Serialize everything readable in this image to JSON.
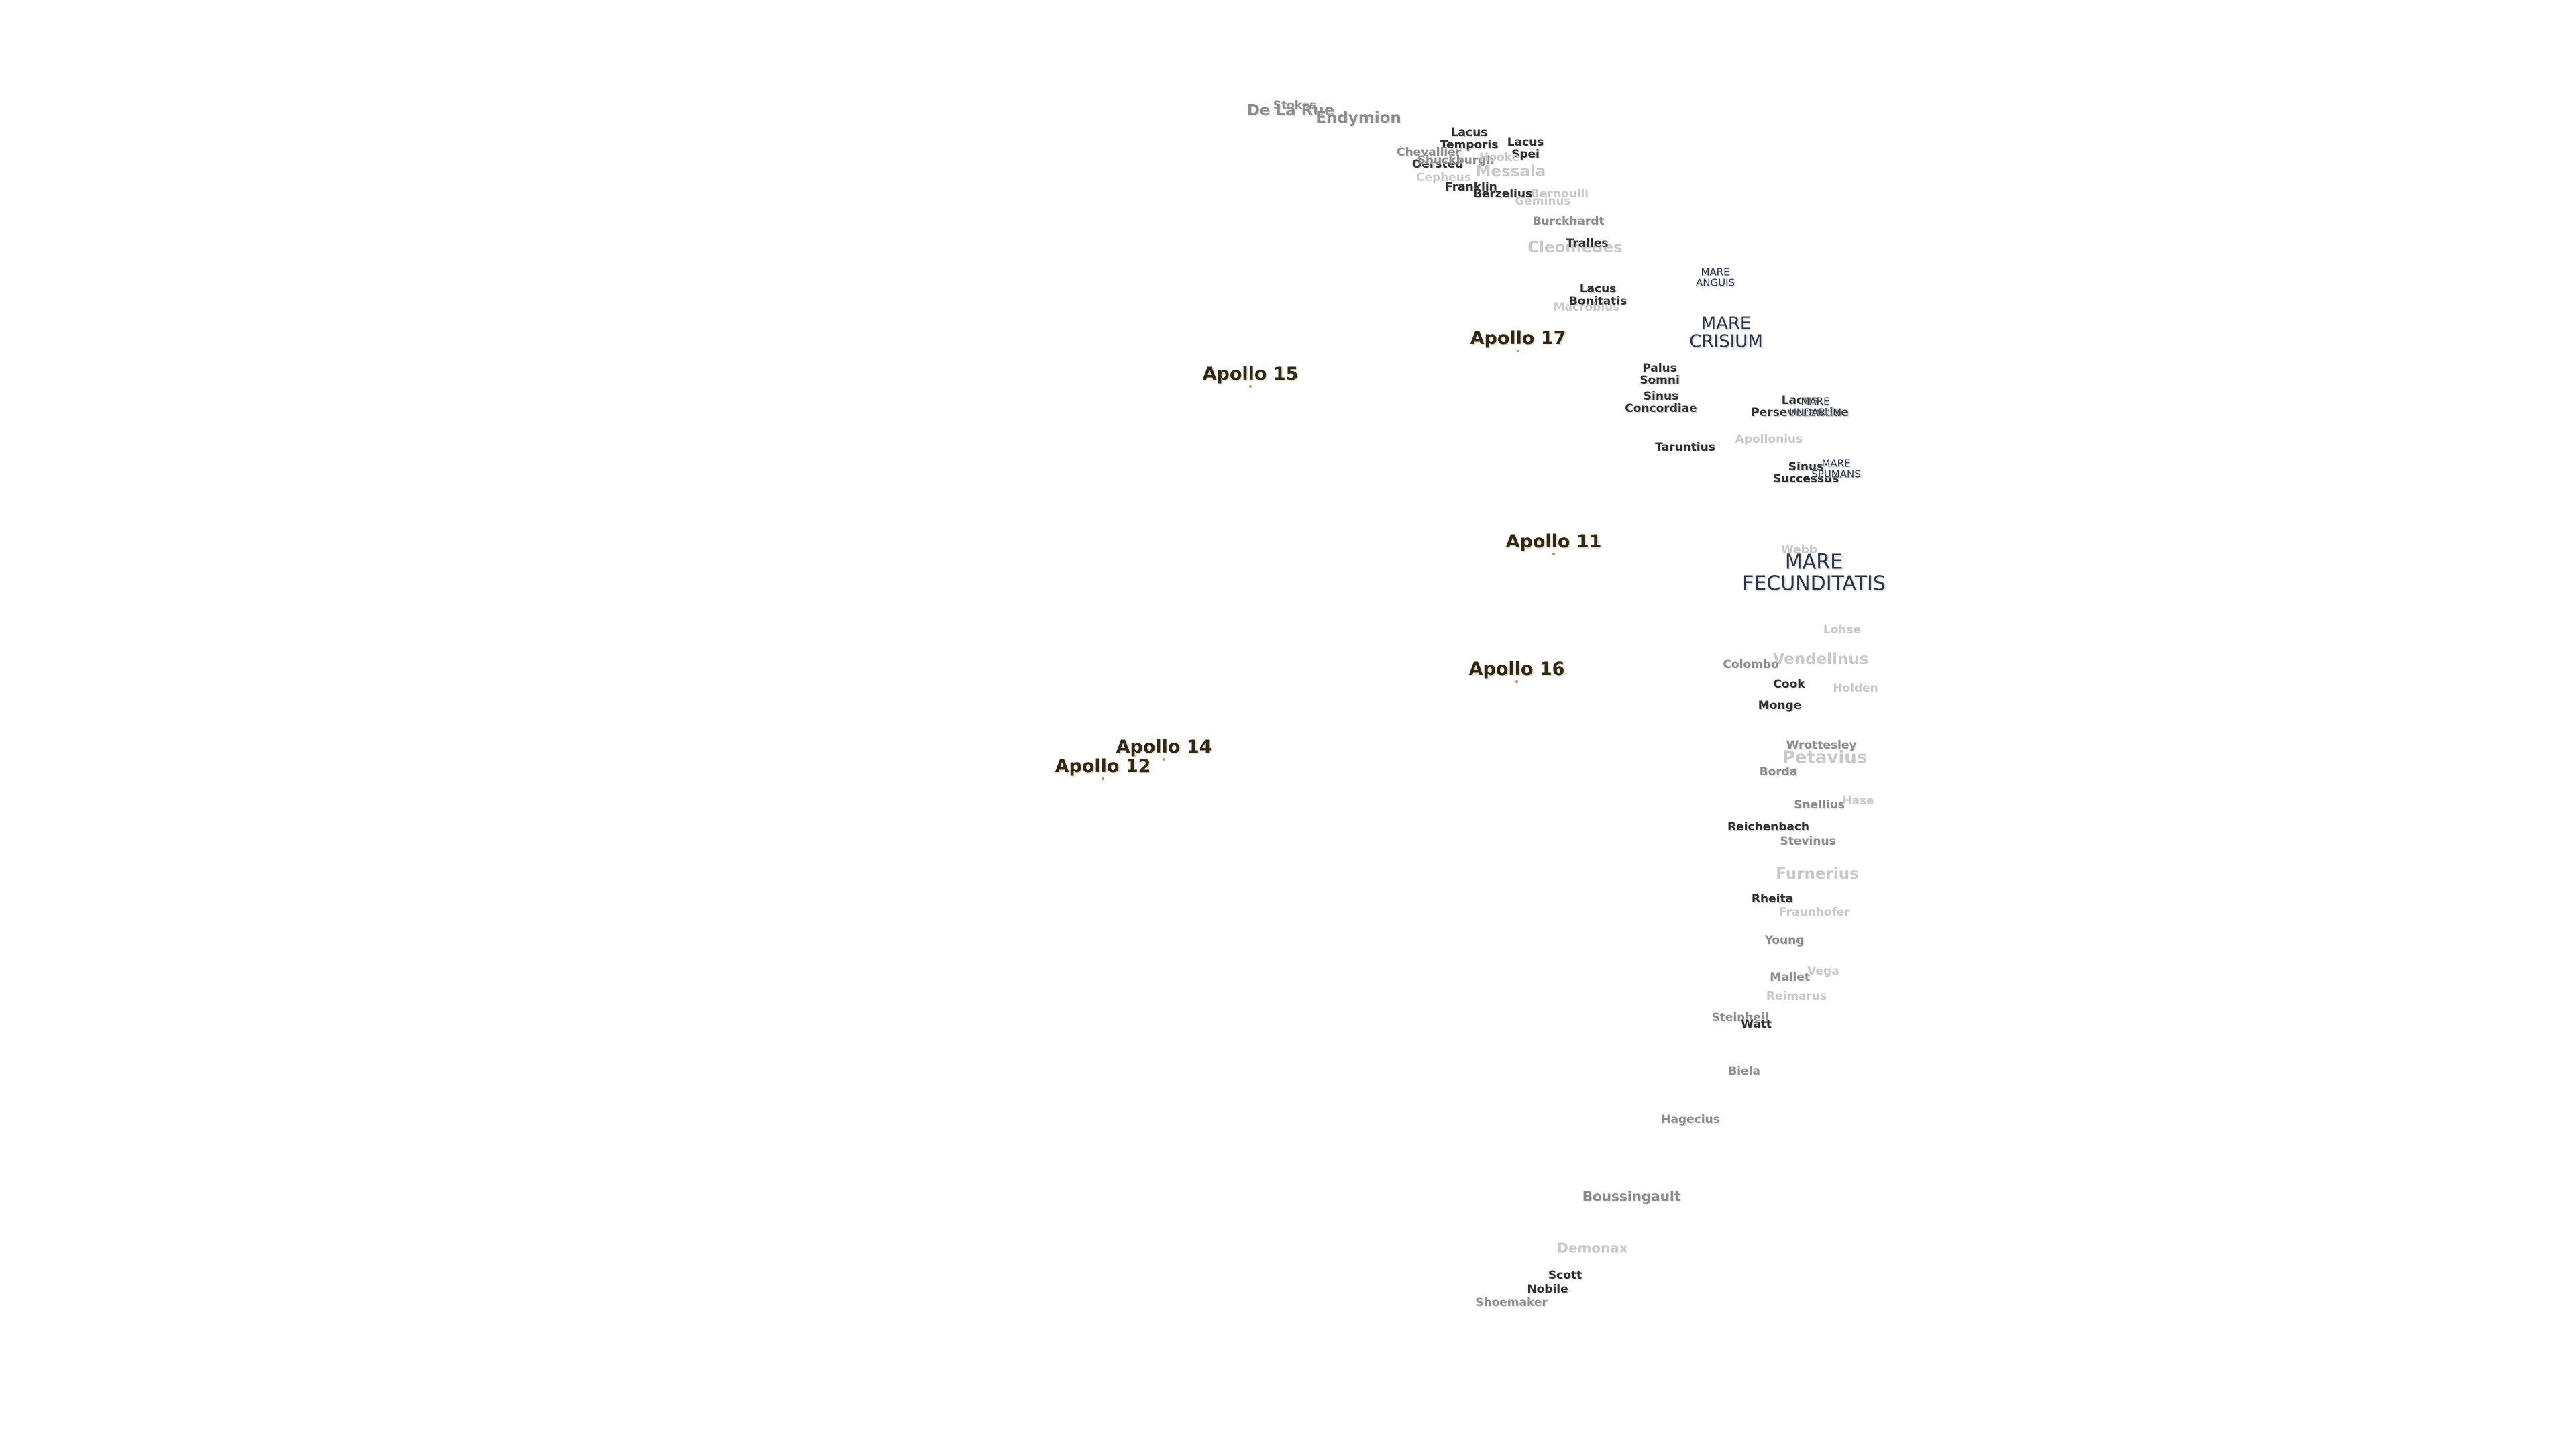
{
  "map": {
    "labels": [
      {
        "id": "stokes",
        "text": "Stokes",
        "kind": "crater",
        "tone": "mid",
        "size": "sm"
      },
      {
        "id": "de-la-rue",
        "text": "De La Rue",
        "kind": "crater",
        "tone": "mid",
        "size": "lg"
      },
      {
        "id": "endymion",
        "text": "Endymion",
        "kind": "crater",
        "tone": "mid",
        "size": "lg"
      },
      {
        "id": "lacus-temporis",
        "text": "Lacus\nTemporis",
        "kind": "lacus",
        "tone": "dark",
        "size": "sm"
      },
      {
        "id": "lacus-spei",
        "text": "Lacus\nSpei",
        "kind": "lacus",
        "tone": "dark",
        "size": "sm"
      },
      {
        "id": "chevallier",
        "text": "Chevallier",
        "kind": "crater",
        "tone": "mid",
        "size": "sm"
      },
      {
        "id": "oersted",
        "text": "Oersted",
        "kind": "crater",
        "tone": "dark",
        "size": "sm"
      },
      {
        "id": "shuckburgh",
        "text": "Shuckburgh",
        "kind": "crater",
        "tone": "mid",
        "size": "sm"
      },
      {
        "id": "hooke",
        "text": "Hooke",
        "kind": "crater",
        "tone": "light",
        "size": "sm"
      },
      {
        "id": "messala",
        "text": "Messala",
        "kind": "crater",
        "tone": "light",
        "size": "lg"
      },
      {
        "id": "cepheus",
        "text": "Cepheus",
        "kind": "crater",
        "tone": "light",
        "size": "sm"
      },
      {
        "id": "franklin",
        "text": "Franklin",
        "kind": "crater",
        "tone": "dark",
        "size": "sm"
      },
      {
        "id": "berzelius",
        "text": "Berzelius",
        "kind": "crater",
        "tone": "dark",
        "size": "sm"
      },
      {
        "id": "geminus",
        "text": "Geminus",
        "kind": "crater",
        "tone": "light",
        "size": "sm"
      },
      {
        "id": "bernoulli",
        "text": "Bernoulli",
        "kind": "crater",
        "tone": "light",
        "size": "sm"
      },
      {
        "id": "burckhardt",
        "text": "Burckhardt",
        "kind": "crater",
        "tone": "mid",
        "size": "sm"
      },
      {
        "id": "cleomedes",
        "text": "Cleomedes",
        "kind": "crater",
        "tone": "light",
        "size": "lg"
      },
      {
        "id": "tralles",
        "text": "Tralles",
        "kind": "crater",
        "tone": "dark",
        "size": "sm"
      },
      {
        "id": "mare-anguis",
        "text": "MARE\nANGUIS",
        "kind": "mare",
        "tone": "mare",
        "size": "xs"
      },
      {
        "id": "lacus-bonitatis",
        "text": "Lacus\nBonitatis",
        "kind": "lacus",
        "tone": "dark",
        "size": "sm"
      },
      {
        "id": "macrobius",
        "text": "Macrobius",
        "kind": "crater",
        "tone": "light",
        "size": "sm"
      },
      {
        "id": "mare-crisium",
        "text": "MARE\nCRISIUM",
        "kind": "mare",
        "tone": "mare",
        "size": "mare"
      },
      {
        "id": "apollo-17",
        "text": "Apollo 17",
        "kind": "apollo",
        "tone": "apollo",
        "size": "apollo"
      },
      {
        "id": "apollo-15",
        "text": "Apollo 15",
        "kind": "apollo",
        "tone": "apollo",
        "size": "apollo"
      },
      {
        "id": "palus-somni",
        "text": "Palus\nSomni",
        "kind": "palus",
        "tone": "dark",
        "size": "sm"
      },
      {
        "id": "sinus-concordiae",
        "text": "Sinus\nConcordiae",
        "kind": "sinus",
        "tone": "dark",
        "size": "sm"
      },
      {
        "id": "lacus-perseverantiae",
        "text": "Lacus\nPerseverantiae",
        "kind": "lacus",
        "tone": "dark",
        "size": "sm"
      },
      {
        "id": "mare-undarum",
        "text": "MARE\nUNDARUM",
        "kind": "mare",
        "tone": "mare",
        "size": "xs"
      },
      {
        "id": "taruntius",
        "text": "Taruntius",
        "kind": "crater",
        "tone": "dark",
        "size": "sm"
      },
      {
        "id": "apollonius",
        "text": "Apollonius",
        "kind": "crater",
        "tone": "light",
        "size": "sm"
      },
      {
        "id": "sinus-successus",
        "text": "Sinus\nSuccessus",
        "kind": "sinus",
        "tone": "dark",
        "size": "sm"
      },
      {
        "id": "mare-spumans",
        "text": "MARE\nSPUMANS",
        "kind": "mare",
        "tone": "mare",
        "size": "xs"
      },
      {
        "id": "apollo-11",
        "text": "Apollo 11",
        "kind": "apollo",
        "tone": "apollo",
        "size": "apollo"
      },
      {
        "id": "webb",
        "text": "Webb",
        "kind": "crater",
        "tone": "light",
        "size": "sm"
      },
      {
        "id": "mare-fecunditatis",
        "text": "MARE\nFECUNDITATIS",
        "kind": "mare",
        "tone": "mare",
        "size": "mare-lg"
      },
      {
        "id": "lohse",
        "text": "Lohse",
        "kind": "crater",
        "tone": "light",
        "size": "sm"
      },
      {
        "id": "vendelinus",
        "text": "Vendelinus",
        "kind": "crater",
        "tone": "light",
        "size": "lg"
      },
      {
        "id": "apollo-16",
        "text": "Apollo 16",
        "kind": "apollo",
        "tone": "apollo",
        "size": "apollo"
      },
      {
        "id": "colombo",
        "text": "Colombo",
        "kind": "crater",
        "tone": "mid",
        "size": "sm"
      },
      {
        "id": "cook",
        "text": "Cook",
        "kind": "crater",
        "tone": "dark",
        "size": "sm"
      },
      {
        "id": "holden",
        "text": "Holden",
        "kind": "crater",
        "tone": "light",
        "size": "sm"
      },
      {
        "id": "monge",
        "text": "Monge",
        "kind": "crater",
        "tone": "dark",
        "size": "sm"
      },
      {
        "id": "apollo-14",
        "text": "Apollo 14",
        "kind": "apollo",
        "tone": "apollo",
        "size": "apollo"
      },
      {
        "id": "apollo-12",
        "text": "Apollo 12",
        "kind": "apollo",
        "tone": "apollo",
        "size": "apollo"
      },
      {
        "id": "wrottesley",
        "text": "Wrottesley",
        "kind": "crater",
        "tone": "mid",
        "size": "sm"
      },
      {
        "id": "petavius",
        "text": "Petavius",
        "kind": "crater",
        "tone": "light",
        "size": "xl"
      },
      {
        "id": "borda",
        "text": "Borda",
        "kind": "crater",
        "tone": "mid",
        "size": "sm"
      },
      {
        "id": "snellius",
        "text": "Snellius",
        "kind": "crater",
        "tone": "mid",
        "size": "sm"
      },
      {
        "id": "hase",
        "text": "Hase",
        "kind": "crater",
        "tone": "light",
        "size": "sm"
      },
      {
        "id": "reichenbach",
        "text": "Reichenbach",
        "kind": "crater",
        "tone": "dark",
        "size": "sm"
      },
      {
        "id": "stevinus",
        "text": "Stevinus",
        "kind": "crater",
        "tone": "mid",
        "size": "sm"
      },
      {
        "id": "furnerius",
        "text": "Furnerius",
        "kind": "crater",
        "tone": "light",
        "size": "lg"
      },
      {
        "id": "rheita",
        "text": "Rheita",
        "kind": "crater",
        "tone": "dark",
        "size": "sm"
      },
      {
        "id": "fraunhofer",
        "text": "Fraunhofer",
        "kind": "crater",
        "tone": "light",
        "size": "sm"
      },
      {
        "id": "young",
        "text": "Young",
        "kind": "crater",
        "tone": "mid",
        "size": "sm"
      },
      {
        "id": "vega",
        "text": "Vega",
        "kind": "crater",
        "tone": "light",
        "size": "sm"
      },
      {
        "id": "mallet",
        "text": "Mallet",
        "kind": "crater",
        "tone": "mid",
        "size": "sm"
      },
      {
        "id": "reimarus",
        "text": "Reimarus",
        "kind": "crater",
        "tone": "light",
        "size": "sm"
      },
      {
        "id": "steinheil",
        "text": "Steinheil",
        "kind": "crater",
        "tone": "mid",
        "size": "sm"
      },
      {
        "id": "watt",
        "text": "Watt",
        "kind": "crater",
        "tone": "dark",
        "size": "sm"
      },
      {
        "id": "biela",
        "text": "Biela",
        "kind": "crater",
        "tone": "mid",
        "size": "sm"
      },
      {
        "id": "hagecius",
        "text": "Hagecius",
        "kind": "crater",
        "tone": "mid",
        "size": "sm"
      },
      {
        "id": "boussingault",
        "text": "Boussingault",
        "kind": "crater",
        "tone": "mid",
        "size": "md"
      },
      {
        "id": "demonax",
        "text": "Demonax",
        "kind": "crater",
        "tone": "light",
        "size": "md"
      },
      {
        "id": "scott",
        "text": "Scott",
        "kind": "crater",
        "tone": "dark",
        "size": "sm"
      },
      {
        "id": "nobile",
        "text": "Nobile",
        "kind": "crater",
        "tone": "dark",
        "size": "sm"
      },
      {
        "id": "shoemaker",
        "text": "Shoemaker",
        "kind": "crater",
        "tone": "mid",
        "size": "sm"
      }
    ]
  }
}
